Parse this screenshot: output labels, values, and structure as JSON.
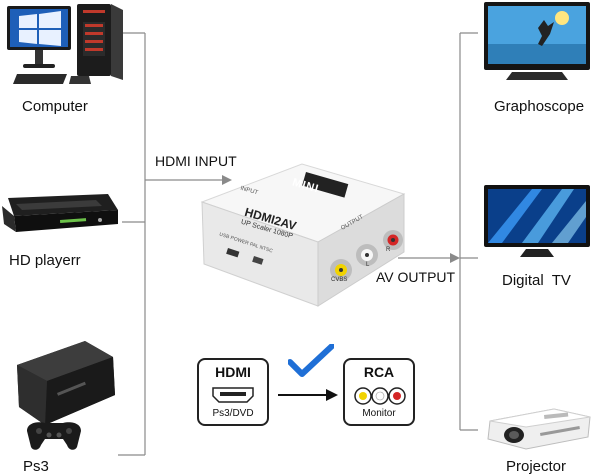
{
  "sources": [
    {
      "id": "computer",
      "label": "Computer",
      "icon": "desktop-computer-icon"
    },
    {
      "id": "hd-player",
      "label": "HD playerr",
      "icon": "hd-player-icon"
    },
    {
      "id": "ps3",
      "label": "Ps3",
      "icon": "game-console-icon"
    }
  ],
  "outputs": [
    {
      "id": "graphoscope",
      "label": "Graphoscope",
      "icon": "television-icon"
    },
    {
      "id": "digital-tv",
      "label": "Digital  TV",
      "icon": "flat-screen-tv-icon"
    },
    {
      "id": "projector",
      "label": "Projector",
      "icon": "projector-icon"
    }
  ],
  "input_label": "HDMI INPUT",
  "output_label": "AV OUTPUT",
  "device": {
    "brand": "MINI",
    "model": "HDMI2AV",
    "subtitle": "UP Scaler 1080P",
    "input_port": "INPUT",
    "output_port": "OUTPUT",
    "switch_label": "USB POWER PAL NTSC",
    "jack_labels": [
      "CVBS",
      "L",
      "R"
    ],
    "color": "#f2f2f2"
  },
  "legend": {
    "hdmi_title": "HDMI",
    "hdmi_sub": "Ps3/DVD",
    "rca_title": "RCA",
    "rca_sub": "Monitor",
    "check_color": "#1f6fd6"
  },
  "line_color": "#8a8a8a"
}
